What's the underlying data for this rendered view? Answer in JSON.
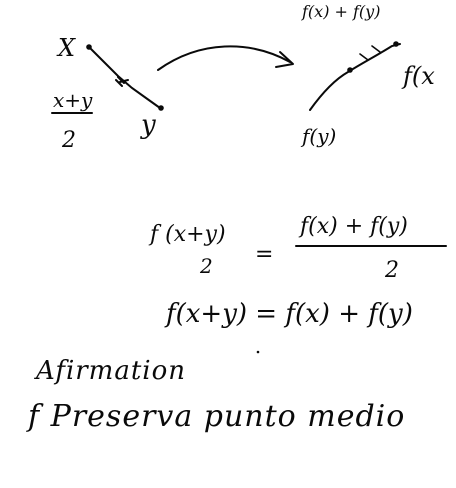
{
  "notes": {
    "x_label": "X",
    "y_label": "y",
    "midpoint_num": "x+y",
    "midpoint_den": "2",
    "f_sum_label": "f(x) + f(y)",
    "fx_label": "f(x",
    "fy_label": "f(y)",
    "eq1_left": "f (x+y)",
    "eq1_left_den": "2",
    "eq1_equals": "=",
    "eq1_right_num": "f(x) + f(y)",
    "eq1_right_den": "2",
    "eq2": "f(x+y) = f(x) + f(y)",
    "afirmation": "Afirmation",
    "conclusion": "f Preserva punto medio"
  },
  "colors": {
    "ink": "#0a0a0a",
    "background": "#ffffff"
  }
}
